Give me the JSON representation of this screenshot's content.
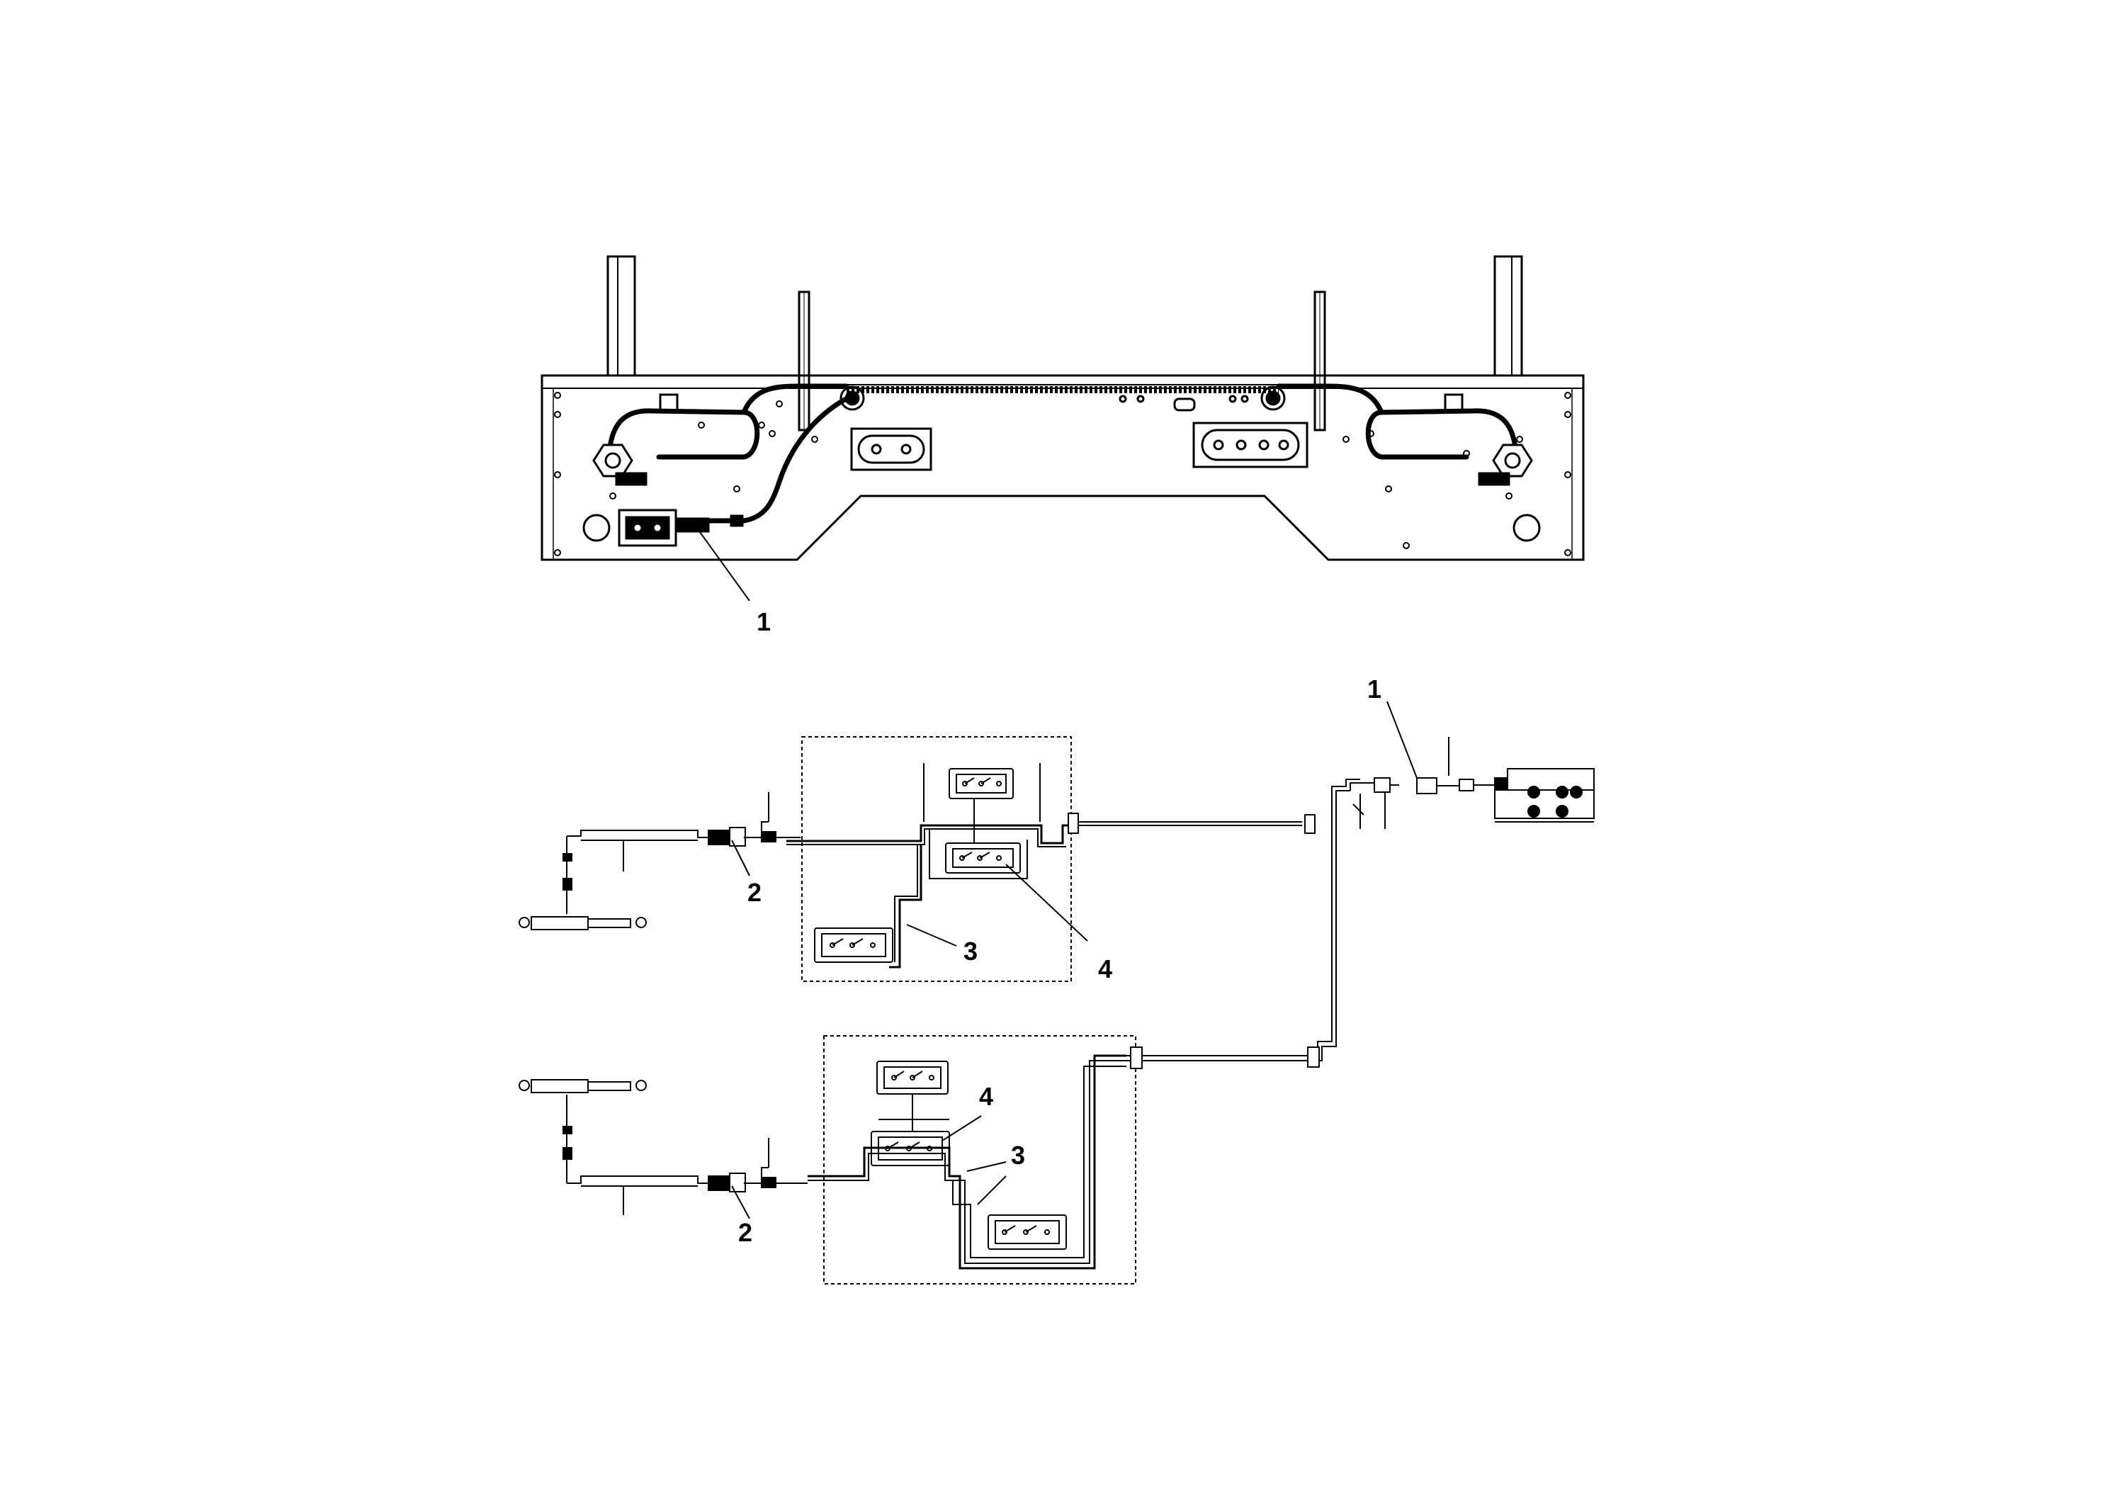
{
  "callouts": {
    "top_harness": "1",
    "right_harness": "1",
    "cylinder_harness_upper": "2",
    "cylinder_harness_lower": "2",
    "switch_harness_upper": "3",
    "switch_harness_lower": "3",
    "switch_upper": "4",
    "switch_lower": "4"
  }
}
